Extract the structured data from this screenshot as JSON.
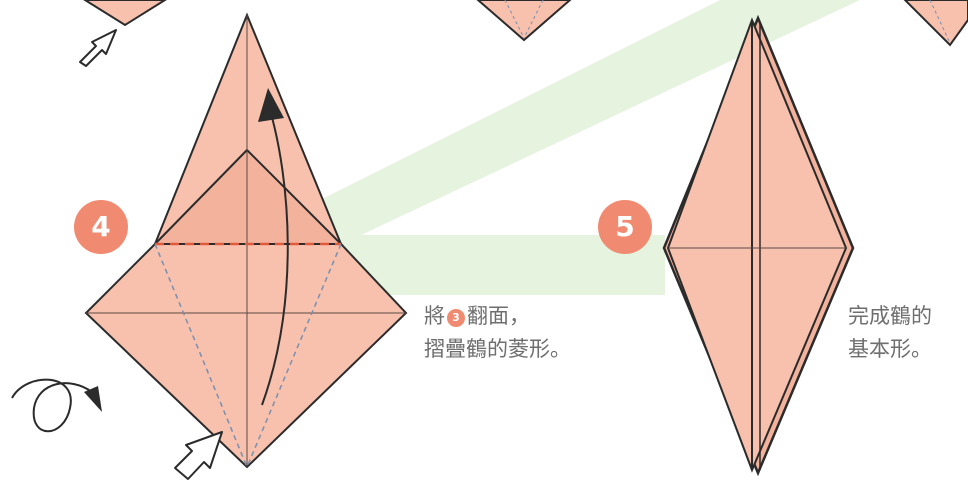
{
  "colors": {
    "paper": "#f7c1ad",
    "paper_alt": "#f3b29c",
    "outline": "#2b2b2b",
    "dashed_fold": "#e05a3c",
    "dotted_fold": "#7a8fb0",
    "badge": "#f08b72",
    "connector": "#dff0d9",
    "text": "#6e6e6e"
  },
  "steps": [
    {
      "number": "4",
      "caption_line1_prefix": "將",
      "caption_ref": "3",
      "caption_line1_suffix": "翻面，",
      "caption_line2": "摺疊鶴的菱形。"
    },
    {
      "number": "5",
      "caption_line1": "完成鶴的",
      "caption_line2": "基本形。"
    }
  ],
  "icons": [
    "push-arrow-icon",
    "flip-over-icon",
    "fold-up-arrow-icon"
  ]
}
